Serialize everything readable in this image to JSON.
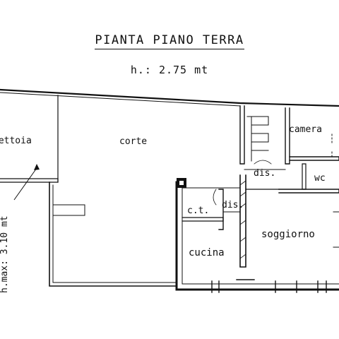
{
  "plan": {
    "title": "PIANTA PIANO TERRA",
    "height_label": "h.: 2.75 mt",
    "rooms": {
      "tettoia": "tettoia",
      "corte": "corte",
      "camera": "camera",
      "dis_upper": "dis.",
      "wc": "wc",
      "ct": "c.t.",
      "dis_lower": "dis.",
      "soggiorno": "soggiorno",
      "cucina": "cucina"
    },
    "annotation": "h.max: 3.10 mt"
  }
}
